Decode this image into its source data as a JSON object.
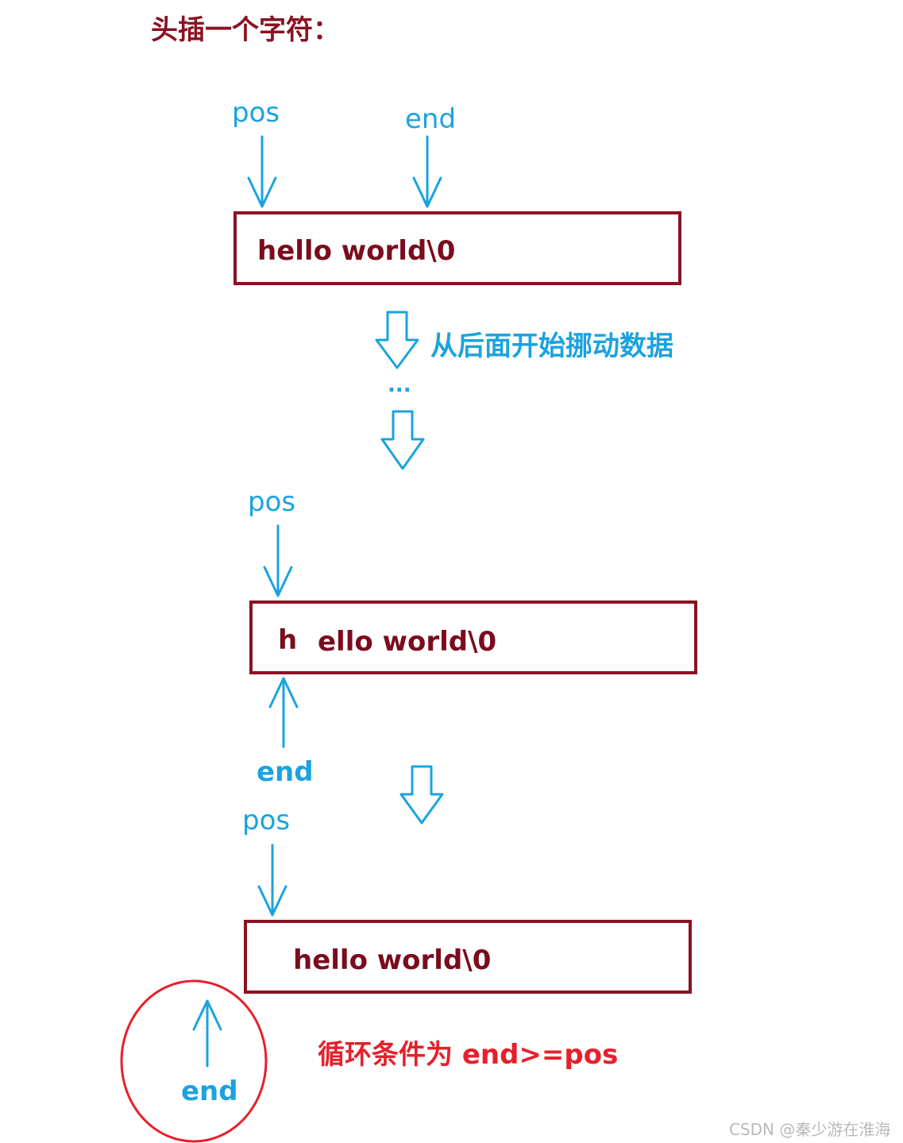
{
  "title": "头插一个字符：",
  "labels": {
    "pos": "pos",
    "end": "end"
  },
  "boxes": {
    "step1": "hello world\\0",
    "step2_first": "h",
    "step2_rest": "ello world\\0",
    "step3": "hello world\\0"
  },
  "notes": {
    "move": "从后面开始挪动数据",
    "ellipsis": "...",
    "loop_condition": "循环条件为 end>=pos"
  },
  "watermark": "CSDN @秦少游在淮海",
  "colors": {
    "pointer_blue": "#1aa3df",
    "box_border": "#8b1222",
    "title_red": "#8b1222",
    "condition_red": "#e6202b"
  }
}
